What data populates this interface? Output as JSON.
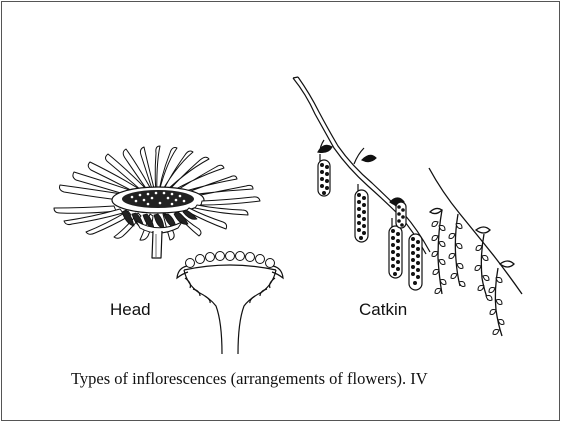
{
  "labels": {
    "head": "Head",
    "catkin": "Catkin"
  },
  "caption": "Types of inflorescences (arrangements of flowers). IV",
  "colors": {
    "ink": "#111111",
    "paper": "#ffffff",
    "border": "#555555"
  },
  "figures": [
    {
      "name": "daisy-flower-head-illustration",
      "depicts": "composite flower head with ray florets on a stalk"
    },
    {
      "name": "head-cross-section-illustration",
      "depicts": "longitudinal section of a flower head showing receptacle"
    },
    {
      "name": "catkin-branch-illustration",
      "depicts": "twig with hanging catkins"
    },
    {
      "name": "catkin-branch-small-illustration",
      "depicts": "twig with small drooping catkins"
    }
  ]
}
